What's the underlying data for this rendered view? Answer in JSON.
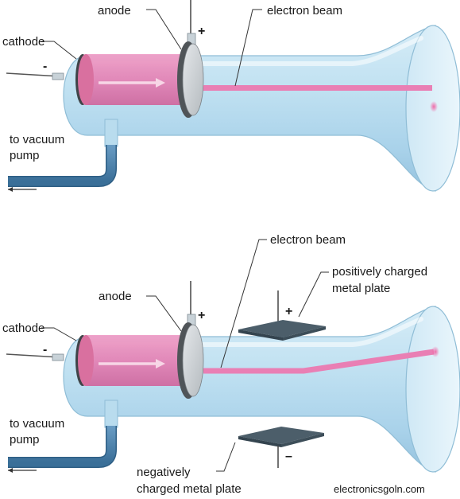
{
  "top_diagram": {
    "labels": {
      "anode": "anode",
      "cathode": "cathode",
      "electron_beam": "electron beam",
      "vacuum_line1": "to vacuum",
      "vacuum_line2": "pump",
      "plus": "+",
      "minus": "-"
    }
  },
  "bottom_diagram": {
    "labels": {
      "anode": "anode",
      "cathode": "cathode",
      "electron_beam": "electron beam",
      "vacuum_line1": "to vacuum",
      "vacuum_line2": "pump",
      "pos_plate_line1": "positively charged",
      "pos_plate_line2": "metal plate",
      "neg_plate_line1": "negatively",
      "neg_plate_line2": "charged metal plate",
      "plus": "+",
      "minus": "-",
      "plate_plus": "+",
      "plate_minus": "–"
    }
  },
  "watermark": "electronicsgoln.com",
  "colors": {
    "tube": "#b9dcee",
    "tube_edge": "#8fbdd6",
    "cathode_cylinder": "#e58cb8",
    "beam": "#e97fb4",
    "plate": "#4c5e6a",
    "pipe": "#4d86b1",
    "anode_disc": "#cfd3d6"
  }
}
